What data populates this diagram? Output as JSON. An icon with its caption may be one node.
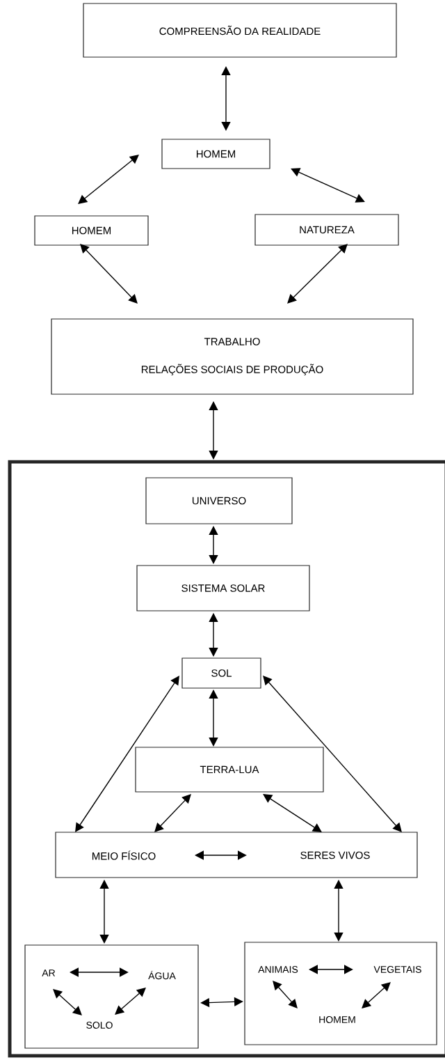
{
  "diagram": {
    "nodes": [
      {
        "text": [
          "COMPREENSÃO DA REALIDADE"
        ]
      },
      {
        "text": [
          "HOMEM"
        ]
      },
      {
        "text": [
          "HOMEM"
        ]
      },
      {
        "text": [
          "NATUREZA"
        ]
      },
      {
        "text": [
          "TRABALHO",
          "RELAÇÕES SOCIAIS DE PRODUÇÃO"
        ]
      },
      {
        "text": [],
        "shape": "box"
      },
      {
        "text": [
          "UNIVERSO"
        ],
        "in": 5
      },
      {
        "text": [
          "SISTEMA SOLAR"
        ],
        "in": 5
      },
      {
        "text": [
          "SOL"
        ],
        "in": 5
      },
      {
        "text": [
          "TERRA-LUA"
        ],
        "in": 5
      },
      {
        "text": [],
        "shape": "box",
        "in": 5
      },
      {
        "text": [
          "MEIO FÍSICO"
        ],
        "in": 10
      },
      {
        "text": [
          "SERES VIVOS"
        ],
        "in": 10
      },
      {
        "text": [],
        "shape": "box",
        "in": 5
      },
      {
        "text": [
          "AR"
        ],
        "in": 13
      },
      {
        "text": [
          "ÁGUA"
        ],
        "in": 13
      },
      {
        "text": [
          "SOLO"
        ],
        "in": 13
      },
      {
        "text": [],
        "shape": "box",
        "in": 5
      },
      {
        "text": [
          "ANIMAIS"
        ],
        "in": 17
      },
      {
        "text": [
          "VEGETAIS"
        ],
        "in": 17
      },
      {
        "text": [
          "HOMEM"
        ],
        "in": 17
      }
    ],
    "edges": [
      {
        "from": 0,
        "to": 1,
        "arrow": "both"
      },
      {
        "from": 1,
        "to": 2,
        "arrow": "both"
      },
      {
        "from": 1,
        "to": 3,
        "arrow": "both"
      },
      {
        "from": 2,
        "to": 4,
        "arrow": "both"
      },
      {
        "from": 3,
        "to": 4,
        "arrow": "both"
      },
      {
        "from": 4,
        "to": 5,
        "arrow": "both"
      },
      {
        "from": 6,
        "to": 7,
        "arrow": "both"
      },
      {
        "from": 7,
        "to": 8,
        "arrow": "both"
      },
      {
        "from": 8,
        "to": 9,
        "arrow": "both"
      },
      {
        "from": 8,
        "to": 10,
        "arrow": "both"
      },
      {
        "from": 8,
        "to": 10,
        "arrow": "both"
      },
      {
        "from": 9,
        "to": 10,
        "arrow": "both"
      },
      {
        "from": 9,
        "to": 10,
        "arrow": "both"
      },
      {
        "from": 11,
        "to": 12,
        "arrow": "both"
      },
      {
        "from": 10,
        "to": 13,
        "arrow": "both"
      },
      {
        "from": 10,
        "to": 17,
        "arrow": "both"
      },
      {
        "from": 14,
        "to": 15,
        "arrow": "both"
      },
      {
        "from": 14,
        "to": 16,
        "arrow": "both"
      },
      {
        "from": 15,
        "to": 16,
        "arrow": "both"
      },
      {
        "from": 13,
        "to": 17,
        "arrow": "both"
      },
      {
        "from": 18,
        "to": 19,
        "arrow": "both"
      },
      {
        "from": 18,
        "to": 20,
        "arrow": "both"
      },
      {
        "from": 19,
        "to": 20,
        "arrow": "both"
      }
    ]
  }
}
